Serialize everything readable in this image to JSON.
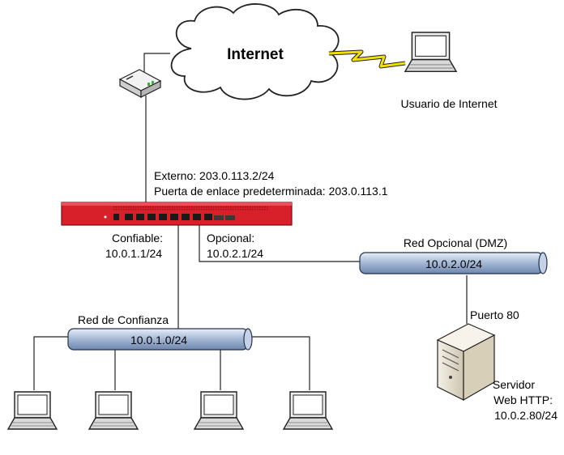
{
  "cloud": {
    "label": "Internet"
  },
  "internet_user": {
    "label": "Usuario de Internet"
  },
  "firebox": {
    "external_line1": "Externo: 203.0.113.2/24",
    "external_line2": "Puerta de enlace predeterminada:  203.0.113.1",
    "trusted_line1": "Confiable:",
    "trusted_line2": "10.0.1.1/24",
    "optional_line1": "Opcional:",
    "optional_line2": "10.0.2.1/24",
    "color": "#d8202a"
  },
  "trusted_network": {
    "name": "Red de Confianza",
    "subnet": "10.0.1.0/24"
  },
  "optional_network": {
    "name": "Red Opcional (DMZ)",
    "subnet": "10.0.2.0/24"
  },
  "server": {
    "port": "Puerto 80",
    "line1": "Servidor",
    "line2": "Web HTTP:",
    "line3": "10.0.2.80/24"
  },
  "icons": [
    "cloud-icon",
    "modem-icon",
    "laptop-icon",
    "lightning-icon",
    "firewall-icon",
    "server-icon",
    "network-bus-icon"
  ]
}
